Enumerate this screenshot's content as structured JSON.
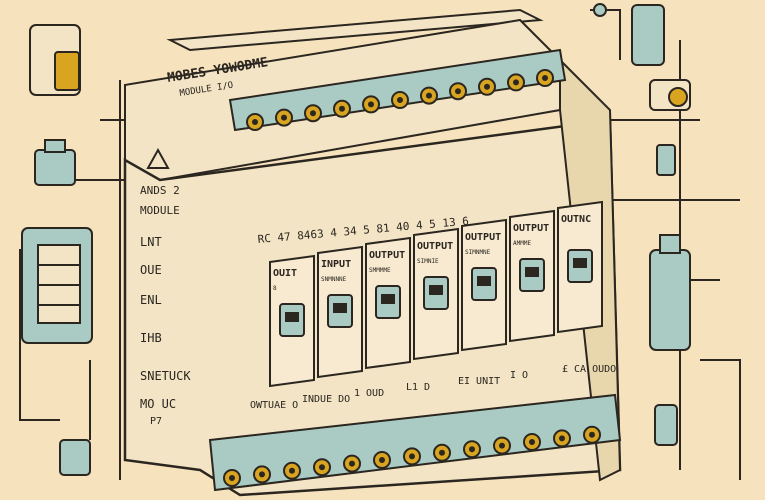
{
  "title": "MOBES YOWODME",
  "subtitle": "MODULE I/O",
  "side_labels": {
    "top": "ANDS 2",
    "module": "MODULE",
    "l1": "LNT",
    "l2": "OUE",
    "l3": "ENL",
    "l4": "IHB",
    "l5": "SNETUCK",
    "l6": "MO UC",
    "l7": "P7"
  },
  "number_row": "RC  47   8463   4   34    5   81   40   4    5   13   6",
  "modules": [
    {
      "label": "OUIT",
      "sub": "8"
    },
    {
      "label": "INPUT",
      "sub": "SNMNNNE"
    },
    {
      "label": "OUTPUT",
      "sub": "SMMMME"
    },
    {
      "label": "OUTPUT",
      "sub": "SIMNIE"
    },
    {
      "label": "OUTPUT",
      "sub": "SIMNMNE"
    },
    {
      "label": "OUTPUT",
      "sub": "AMMME"
    },
    {
      "label": "OUTNC",
      "sub": ""
    }
  ],
  "bottom_labels": [
    "OWTUAE O",
    "INDUE DO",
    "1 OUD",
    "L1 D",
    "EI UNIT",
    "I O",
    "£ CA OUDO"
  ],
  "colors": {
    "paper": "#f6e3bd",
    "housing": "#f2e4c4",
    "teal": "#a9cbc4",
    "gold": "#d9a521",
    "ink": "#2b2620"
  }
}
